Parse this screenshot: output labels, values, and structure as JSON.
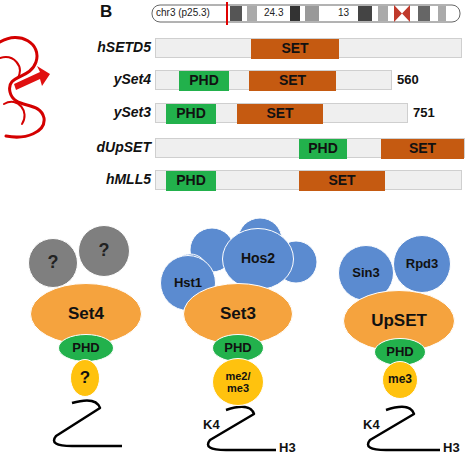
{
  "diagram": {
    "nodes": [
      {
        "text": [
          "chr3 (p25.3)",
          "24.3",
          "13"
        ]
      },
      {
        "text": [
          "hSETD5"
        ]
      },
      {
        "text": [
          "SET"
        ],
        "in": 1
      },
      {
        "text": [
          "ySet4"
        ]
      },
      {
        "text": [
          "PHD"
        ],
        "in": 3
      },
      {
        "text": [
          "SET"
        ],
        "in": 3
      },
      {
        "text": [
          "ySet3"
        ]
      },
      {
        "text": [
          "PHD"
        ],
        "in": 6
      },
      {
        "text": [
          "SET"
        ],
        "in": 6
      },
      {
        "text": [
          "dUpSET"
        ]
      },
      {
        "text": [
          "PHD"
        ],
        "in": 9
      },
      {
        "text": [
          "SET"
        ],
        "in": 9
      },
      {
        "text": [
          "hMLL5"
        ]
      },
      {
        "text": [
          "PHD"
        ],
        "in": 12
      },
      {
        "text": [
          "SET"
        ],
        "in": 12
      },
      {
        "text": [
          "?"
        ]
      },
      {
        "text": [
          "?"
        ]
      },
      {
        "text": [
          "Set4"
        ]
      },
      {
        "text": [
          "PHD"
        ]
      },
      {
        "text": [
          "?"
        ]
      },
      {
        "text": [
          "Hst1"
        ]
      },
      {
        "text": [
          "Hos2"
        ]
      },
      {
        "text": [
          "Set3"
        ]
      },
      {
        "text": [
          "PHD"
        ]
      },
      {
        "text": [
          "me2/ me3"
        ]
      },
      {
        "text": [
          "Sin3"
        ]
      },
      {
        "text": [
          "Rpd3"
        ]
      },
      {
        "text": [
          "UpSET"
        ]
      },
      {
        "text": [
          "PHD"
        ]
      },
      {
        "text": [
          "me3"
        ]
      }
    ],
    "labels": [
      "B",
      "560",
      "751",
      "K4",
      "H3",
      "K4",
      "H3"
    ]
  }
}
